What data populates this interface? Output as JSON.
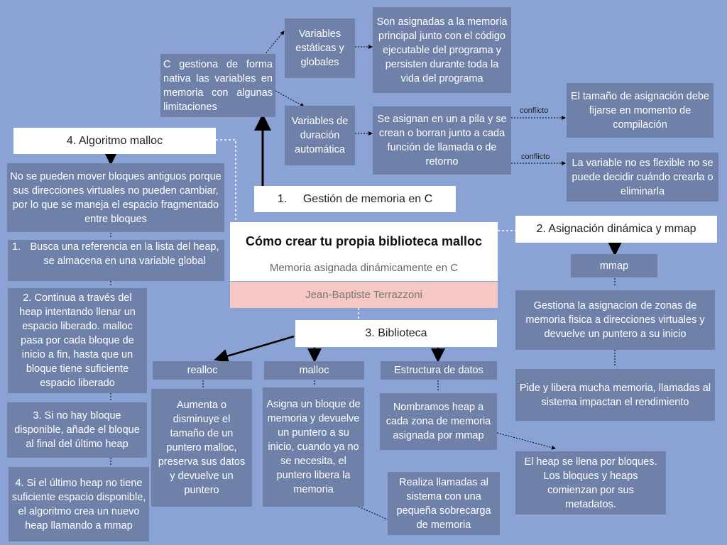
{
  "title_card": {
    "title": "Cómo crear tu propia biblioteca malloc",
    "subtitle": "Memoria asignada dinámicamente en C",
    "author": "Jean-Baptiste Terrazzoni"
  },
  "branch1": {
    "number": "1.",
    "heading": "Gestión de memoria en C",
    "intro": "C gestiona de forma nativa las variables en memoria con algunas limitaciones",
    "static_vars": "Variables estáticas y globales",
    "static_desc": "Son asignadas a la memoria principal junto con el código ejecutable del programa y persisten durante toda la vida del programa",
    "auto_vars": "Variables de duración automática",
    "auto_desc": "Se asignan en un a pila y se crean o borran junto a cada función de llamada o de retorno",
    "conflict_label_1": "conflicto",
    "conflict_1": "El tamaño de asignación debe fijarse en momento de compilación",
    "conflict_label_2": "conflicto",
    "conflict_2": "La variable no es flexible no se puede decidir cuándo crearla o eliminarla"
  },
  "branch2": {
    "heading": "2. Asignación dinámica y mmap",
    "mmap": "mmap",
    "mmap_desc": "Gestiona la asignacion de zonas de memoria fisica a direcciones virtuales y devuelve un puntero a su inicio",
    "mmap_cost": "Pide y libera mucha memoria, llamadas al sistema impactan el rendimiento"
  },
  "branch3": {
    "heading": "3. Biblioteca",
    "realloc": "realloc",
    "realloc_desc": "Aumenta o disminuye el tamaño de un puntero malloc, preserva sus datos y devuelve un puntero",
    "malloc": "malloc",
    "malloc_desc": "Asigna un bloque de memoria y devuelve un puntero a su inicio, cuando ya no se necesita, el puntero libera la memoria",
    "syscall_note": "Realiza llamadas al sistema con una pequeña sobrecarga de memoria",
    "struct": "Estructura de datos",
    "struct_desc": "Nombramos heap a cada zona de memoria asignada por mmap",
    "heap_blocks": "El heap se llena por bloques. Los bloques y heaps comienzan por sus metadatos."
  },
  "branch4": {
    "heading": "4. Algoritmo malloc",
    "fragment": "No se pueden mover bloques antiguos porque sus direcciones virtuales no pueden cambiar, por lo que se maneja el espacio fragmentado entre bloques",
    "step1_num": "1.",
    "step1": "Busca una referencia en la lista del heap, se almacena en una variable global",
    "step2": "2. Continua a través del heap intentando llenar un espacio liberado. malloc pasa por cada bloque de inicio a fin, hasta que un bloque tiene suficiente espacio liberado",
    "step3": "3. Si no hay bloque disponible, añade el bloque al final del último heap",
    "step4": "4. Si el último heap no tiene suficiente espacio disponible, el algoritmo crea un nuevo heap llamando a mmap"
  },
  "colors": {
    "background": "#8ba3d4",
    "box": "#6f81a8",
    "author_band": "#f6c8c4"
  }
}
